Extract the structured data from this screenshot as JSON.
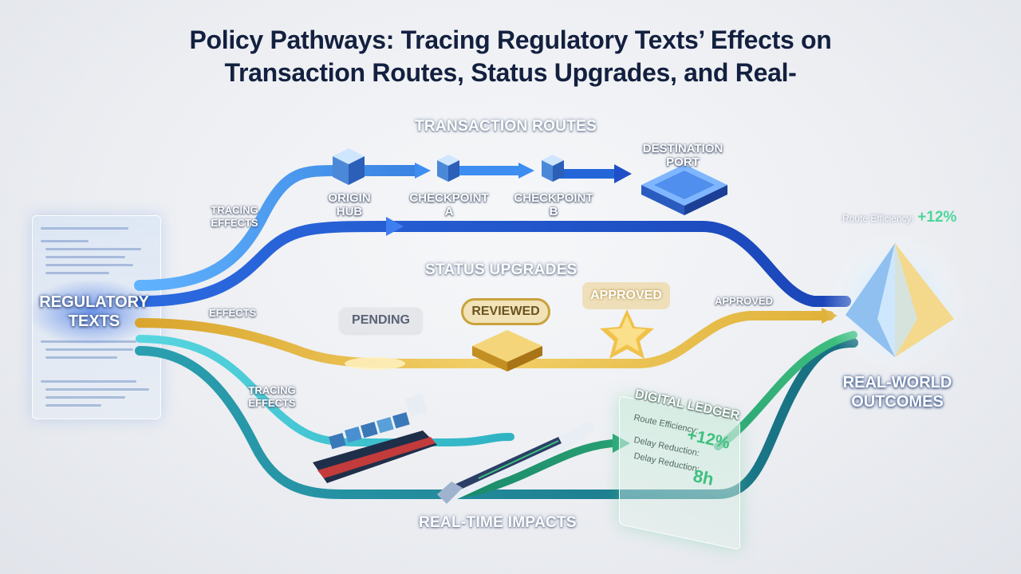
{
  "title": {
    "line1": "Policy Pathways: Tracing Regulatory Texts’ Effects on",
    "line2": "Transaction Routes, Status Upgrades, and Real-"
  },
  "sections": {
    "routes": "TRANSACTION ROUTES",
    "status": "STATUS UPGRADES",
    "impacts": "REAL-TIME IMPACTS"
  },
  "source": {
    "label_line1": "REGULATORY",
    "label_line2": "TEXTS"
  },
  "route_nodes": {
    "origin_line1": "ORIGIN",
    "origin_line2": "HUB",
    "cpa_line1": "CHECKPOINT",
    "cpa_line2": "A",
    "cpb_line1": "CHECKPOINT",
    "cpb_line2": "B",
    "dest_line1": "DESTINATION",
    "dest_line2": "PORT"
  },
  "path_labels": {
    "tracing_top_line1": "TRACING",
    "tracing_top_line2": "EFFECTS",
    "effects_mid": "EFFECTS",
    "tracing_bottom_line1": "TRACING",
    "tracing_bottom_line2": "EFFECTS",
    "approved_right": "APPROVED"
  },
  "status_stages": {
    "pending": "PENDING",
    "reviewed": "REVIEWED",
    "approved": "APPROVED"
  },
  "outcome": {
    "label_line1": "REAL-WORLD",
    "label_line2": "OUTCOMES",
    "metric_key": "Route Efficiency:",
    "metric_value": "+12%"
  },
  "ledger": {
    "title": "DIGITAL LEDGER",
    "row1_key": "Route Efficiency:",
    "row1_value": "+12%",
    "row2_key": "Delay Reduction:",
    "row3_key": "Delay Reduction:",
    "row3_value": "8h"
  },
  "colors": {
    "blue": "#2f7de0",
    "deep_blue": "#1f4fc6",
    "gold": "#e0b23a",
    "teal": "#1f8fa0",
    "green": "#3ec07f",
    "title": "#13203f"
  }
}
